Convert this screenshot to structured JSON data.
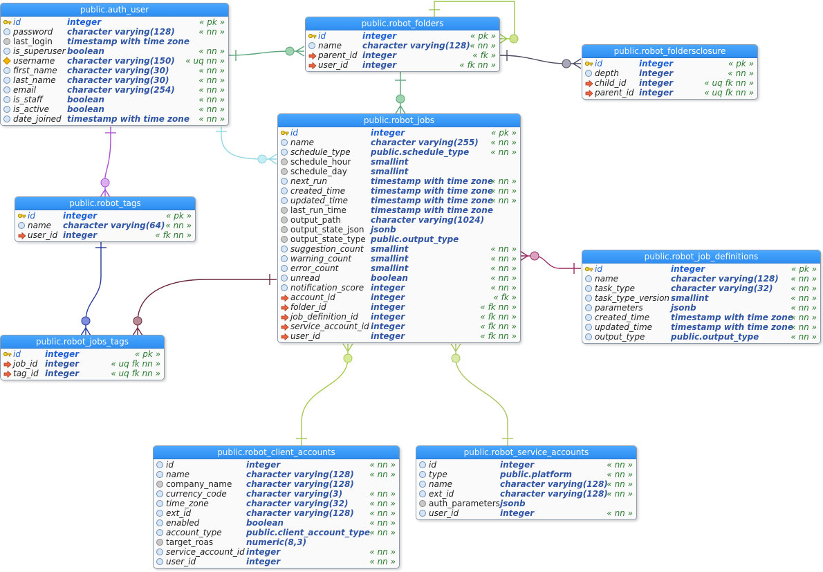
{
  "colors": {
    "header": "#3a9af7",
    "pk_icon": "#e8c200",
    "fk_icon": "#e0553b",
    "flags_text": "#2e7d32",
    "type_text": "#2f55a4"
  },
  "tables": [
    {
      "id": "auth_user",
      "schema": "public.",
      "name": "auth_user",
      "cols": [
        {
          "name": "id",
          "type": "integer",
          "flags": "« pk »",
          "icon": "pk"
        },
        {
          "name": "password",
          "type": "character varying(128)",
          "flags": "« nn »",
          "icon": "col"
        },
        {
          "name": "last_login",
          "type": "timestamp with time zone",
          "flags": "",
          "icon": "null"
        },
        {
          "name": "is_superuser",
          "type": "boolean",
          "flags": "« nn »",
          "icon": "col"
        },
        {
          "name": "username",
          "type": "character varying(150)",
          "flags": "« uq nn »",
          "icon": "uq"
        },
        {
          "name": "first_name",
          "type": "character varying(30)",
          "flags": "« nn »",
          "icon": "col"
        },
        {
          "name": "last_name",
          "type": "character varying(30)",
          "flags": "« nn »",
          "icon": "col"
        },
        {
          "name": "email",
          "type": "character varying(254)",
          "flags": "« nn »",
          "icon": "col"
        },
        {
          "name": "is_staff",
          "type": "boolean",
          "flags": "« nn »",
          "icon": "col"
        },
        {
          "name": "is_active",
          "type": "boolean",
          "flags": "« nn »",
          "icon": "col"
        },
        {
          "name": "date_joined",
          "type": "timestamp with time zone",
          "flags": "« nn »",
          "icon": "col"
        }
      ]
    },
    {
      "id": "robot_folders",
      "schema": "public.",
      "name": "robot_folders",
      "cols": [
        {
          "name": "id",
          "type": "integer",
          "flags": "« pk »",
          "icon": "pk"
        },
        {
          "name": "name",
          "type": "character varying(128)",
          "flags": "« nn »",
          "icon": "col"
        },
        {
          "name": "parent_id",
          "type": "integer",
          "flags": "« fk »",
          "icon": "fk"
        },
        {
          "name": "user_id",
          "type": "integer",
          "flags": "« fk nn »",
          "icon": "fk"
        }
      ]
    },
    {
      "id": "robot_foldersclosure",
      "schema": "public.",
      "name": "robot_foldersclosure",
      "cols": [
        {
          "name": "id",
          "type": "integer",
          "flags": "« pk »",
          "icon": "pk"
        },
        {
          "name": "depth",
          "type": "integer",
          "flags": "« nn »",
          "icon": "col"
        },
        {
          "name": "child_id",
          "type": "integer",
          "flags": "« uq fk nn »",
          "icon": "fk"
        },
        {
          "name": "parent_id",
          "type": "integer",
          "flags": "« uq fk nn »",
          "icon": "fk"
        }
      ]
    },
    {
      "id": "robot_jobs",
      "schema": "public.",
      "name": "robot_jobs",
      "cols": [
        {
          "name": "id",
          "type": "integer",
          "flags": "« pk »",
          "icon": "pk"
        },
        {
          "name": "name",
          "type": "character varying(255)",
          "flags": "« nn »",
          "icon": "col"
        },
        {
          "name": "schedule_type",
          "type": "public.schedule_type",
          "flags": "« nn »",
          "icon": "col"
        },
        {
          "name": "schedule_hour",
          "type": "smallint",
          "flags": "",
          "icon": "null"
        },
        {
          "name": "schedule_day",
          "type": "smallint",
          "flags": "",
          "icon": "null"
        },
        {
          "name": "next_run",
          "type": "timestamp with time zone",
          "flags": "« nn »",
          "icon": "col"
        },
        {
          "name": "created_time",
          "type": "timestamp with time zone",
          "flags": "« nn »",
          "icon": "col"
        },
        {
          "name": "updated_time",
          "type": "timestamp with time zone",
          "flags": "« nn »",
          "icon": "col"
        },
        {
          "name": "last_run_time",
          "type": "timestamp with time zone",
          "flags": "",
          "icon": "null"
        },
        {
          "name": "output_path",
          "type": "character varying(1024)",
          "flags": "",
          "icon": "null"
        },
        {
          "name": "output_state_json",
          "type": "jsonb",
          "flags": "",
          "icon": "null"
        },
        {
          "name": "output_state_type",
          "type": "public.output_type",
          "flags": "",
          "icon": "null"
        },
        {
          "name": "suggestion_count",
          "type": "smallint",
          "flags": "« nn »",
          "icon": "col"
        },
        {
          "name": "warning_count",
          "type": "smallint",
          "flags": "« nn »",
          "icon": "col"
        },
        {
          "name": "error_count",
          "type": "smallint",
          "flags": "« nn »",
          "icon": "col"
        },
        {
          "name": "unread",
          "type": "boolean",
          "flags": "« nn »",
          "icon": "col"
        },
        {
          "name": "notification_score",
          "type": "integer",
          "flags": "« nn »",
          "icon": "col"
        },
        {
          "name": "account_id",
          "type": "integer",
          "flags": "« fk »",
          "icon": "fk"
        },
        {
          "name": "folder_id",
          "type": "integer",
          "flags": "« fk nn »",
          "icon": "fk"
        },
        {
          "name": "job_definition_id",
          "type": "integer",
          "flags": "« fk nn »",
          "icon": "fk"
        },
        {
          "name": "service_account_id",
          "type": "integer",
          "flags": "« fk nn »",
          "icon": "fk"
        },
        {
          "name": "user_id",
          "type": "integer",
          "flags": "« fk nn »",
          "icon": "fk"
        }
      ]
    },
    {
      "id": "robot_tags",
      "schema": "public.",
      "name": "robot_tags",
      "cols": [
        {
          "name": "id",
          "type": "integer",
          "flags": "« pk »",
          "icon": "pk"
        },
        {
          "name": "name",
          "type": "character varying(64)",
          "flags": "« nn »",
          "icon": "col"
        },
        {
          "name": "user_id",
          "type": "integer",
          "flags": "« fk nn »",
          "icon": "fk"
        }
      ]
    },
    {
      "id": "robot_job_definitions",
      "schema": "public.",
      "name": "robot_job_definitions",
      "cols": [
        {
          "name": "id",
          "type": "integer",
          "flags": "« pk »",
          "icon": "pk"
        },
        {
          "name": "name",
          "type": "character varying(128)",
          "flags": "« nn »",
          "icon": "col"
        },
        {
          "name": "task_type",
          "type": "character varying(32)",
          "flags": "« nn »",
          "icon": "col"
        },
        {
          "name": "task_type_version",
          "type": "smallint",
          "flags": "« nn »",
          "icon": "col"
        },
        {
          "name": "parameters",
          "type": "jsonb",
          "flags": "« nn »",
          "icon": "col"
        },
        {
          "name": "created_time",
          "type": "timestamp with time zone",
          "flags": "« nn »",
          "icon": "col"
        },
        {
          "name": "updated_time",
          "type": "timestamp with time zone",
          "flags": "« nn »",
          "icon": "col"
        },
        {
          "name": "output_type",
          "type": "public.output_type",
          "flags": "« nn »",
          "icon": "col"
        }
      ]
    },
    {
      "id": "robot_jobs_tags",
      "schema": "public.",
      "name": "robot_jobs_tags",
      "cols": [
        {
          "name": "id",
          "type": "integer",
          "flags": "« pk »",
          "icon": "pk"
        },
        {
          "name": "job_id",
          "type": "integer",
          "flags": "« uq fk nn »",
          "icon": "fk"
        },
        {
          "name": "tag_id",
          "type": "integer",
          "flags": "« uq fk nn »",
          "icon": "fk"
        }
      ]
    },
    {
      "id": "robot_client_accounts",
      "schema": "public.",
      "name": "robot_client_accounts",
      "cols": [
        {
          "name": "id",
          "type": "integer",
          "flags": "« nn »",
          "icon": "col"
        },
        {
          "name": "name",
          "type": "character varying(128)",
          "flags": "« nn »",
          "icon": "col"
        },
        {
          "name": "company_name",
          "type": "character varying(128)",
          "flags": "",
          "icon": "null"
        },
        {
          "name": "currency_code",
          "type": "character varying(3)",
          "flags": "« nn »",
          "icon": "col"
        },
        {
          "name": "time_zone",
          "type": "character varying(32)",
          "flags": "« nn »",
          "icon": "col"
        },
        {
          "name": "ext_id",
          "type": "character varying(128)",
          "flags": "« nn »",
          "icon": "col"
        },
        {
          "name": "enabled",
          "type": "boolean",
          "flags": "« nn »",
          "icon": "col"
        },
        {
          "name": "account_type",
          "type": "public.client_account_type",
          "flags": "« nn »",
          "icon": "col"
        },
        {
          "name": "target_roas",
          "type": "numeric(8,3)",
          "flags": "",
          "icon": "null"
        },
        {
          "name": "service_account_id",
          "type": "integer",
          "flags": "« nn »",
          "icon": "col"
        },
        {
          "name": "user_id",
          "type": "integer",
          "flags": "« nn »",
          "icon": "col"
        }
      ]
    },
    {
      "id": "robot_service_accounts",
      "schema": "public.",
      "name": "robot_service_accounts",
      "cols": [
        {
          "name": "id",
          "type": "integer",
          "flags": "« nn »",
          "icon": "col"
        },
        {
          "name": "type",
          "type": "public.platform",
          "flags": "« nn »",
          "icon": "col"
        },
        {
          "name": "name",
          "type": "character varying(128)",
          "flags": "« nn »",
          "icon": "col"
        },
        {
          "name": "ext_id",
          "type": "character varying(128)",
          "flags": "« nn »",
          "icon": "col"
        },
        {
          "name": "auth_parameters",
          "type": "jsonb",
          "flags": "",
          "icon": "null"
        },
        {
          "name": "user_id",
          "type": "integer",
          "flags": "« nn »",
          "icon": "col"
        }
      ]
    }
  ]
}
